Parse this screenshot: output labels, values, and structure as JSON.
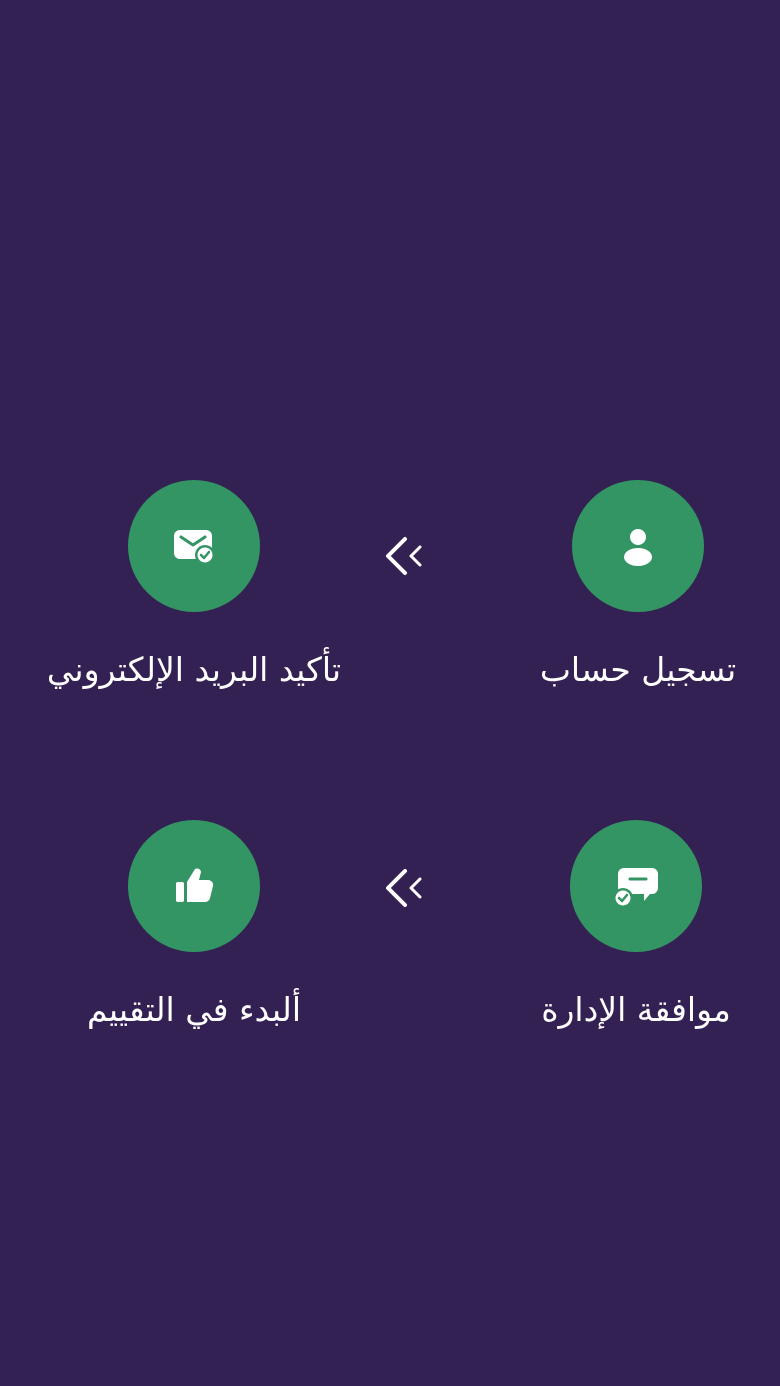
{
  "colors": {
    "background": "#342153",
    "accent": "#339563",
    "text": "#ffffff"
  },
  "steps": [
    {
      "label": "تسجيل حساب",
      "icon": "user-icon"
    },
    {
      "label": "تأكيد البريد الإلكتروني",
      "icon": "mail-check-icon"
    },
    {
      "label": "موافقة الإدارة",
      "icon": "message-check-icon"
    },
    {
      "label": "ألبدء في التقييم",
      "icon": "thumbs-up-icon"
    }
  ],
  "connectors": [
    {
      "icon": "double-chevron-left-icon"
    },
    {
      "icon": "double-chevron-left-icon"
    }
  ]
}
